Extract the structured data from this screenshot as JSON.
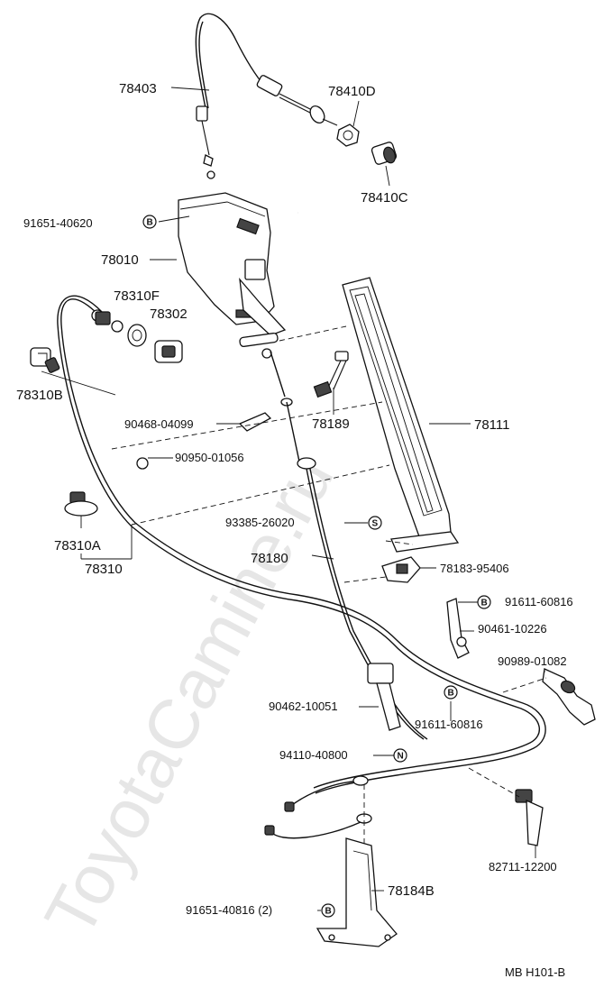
{
  "watermark": "ToyotaCamine.ru",
  "diagram_code": "MB H101-B",
  "labels": {
    "p78403": "78403",
    "p78410D": "78410D",
    "p78410C": "78410C",
    "p91651_40620": "91651-40620",
    "p78010": "78010",
    "p78310F": "78310F",
    "p78302": "78302",
    "p78310B": "78310B",
    "p90468": "90468-04099",
    "p78189": "78189",
    "p90950": "90950-01056",
    "p78111": "78111",
    "p93385": "93385-26020",
    "p78310A": "78310A",
    "p78310": "78310",
    "p78180": "78180",
    "p78183": "78183-95406",
    "p91611_a": "91611-60816",
    "p90461": "90461-10226",
    "p90989": "90989-01082",
    "p90462": "90462-10051",
    "p91611_b": "91611-60816",
    "p94110": "94110-40800",
    "p82711": "82711-12200",
    "p78184B": "78184B",
    "p91651_40816": "91651-40816  (2)"
  },
  "badges": {
    "b1": "B",
    "s1": "S",
    "b2": "B",
    "b3": "B",
    "n1": "N",
    "b4": "B"
  }
}
